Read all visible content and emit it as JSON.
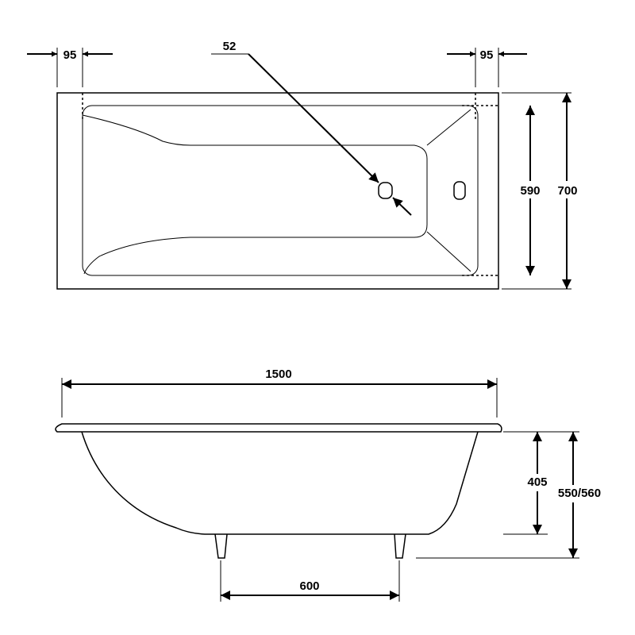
{
  "dimensions": {
    "top_left_rim": "95",
    "top_right_rim": "95",
    "drain_diameter": "52",
    "inner_width": "590",
    "outer_width": "700",
    "total_length": "1500",
    "depth": "405",
    "total_height": "550/560",
    "leg_spacing": "600"
  },
  "colors": {
    "line": "#000000",
    "background": "#ffffff"
  }
}
